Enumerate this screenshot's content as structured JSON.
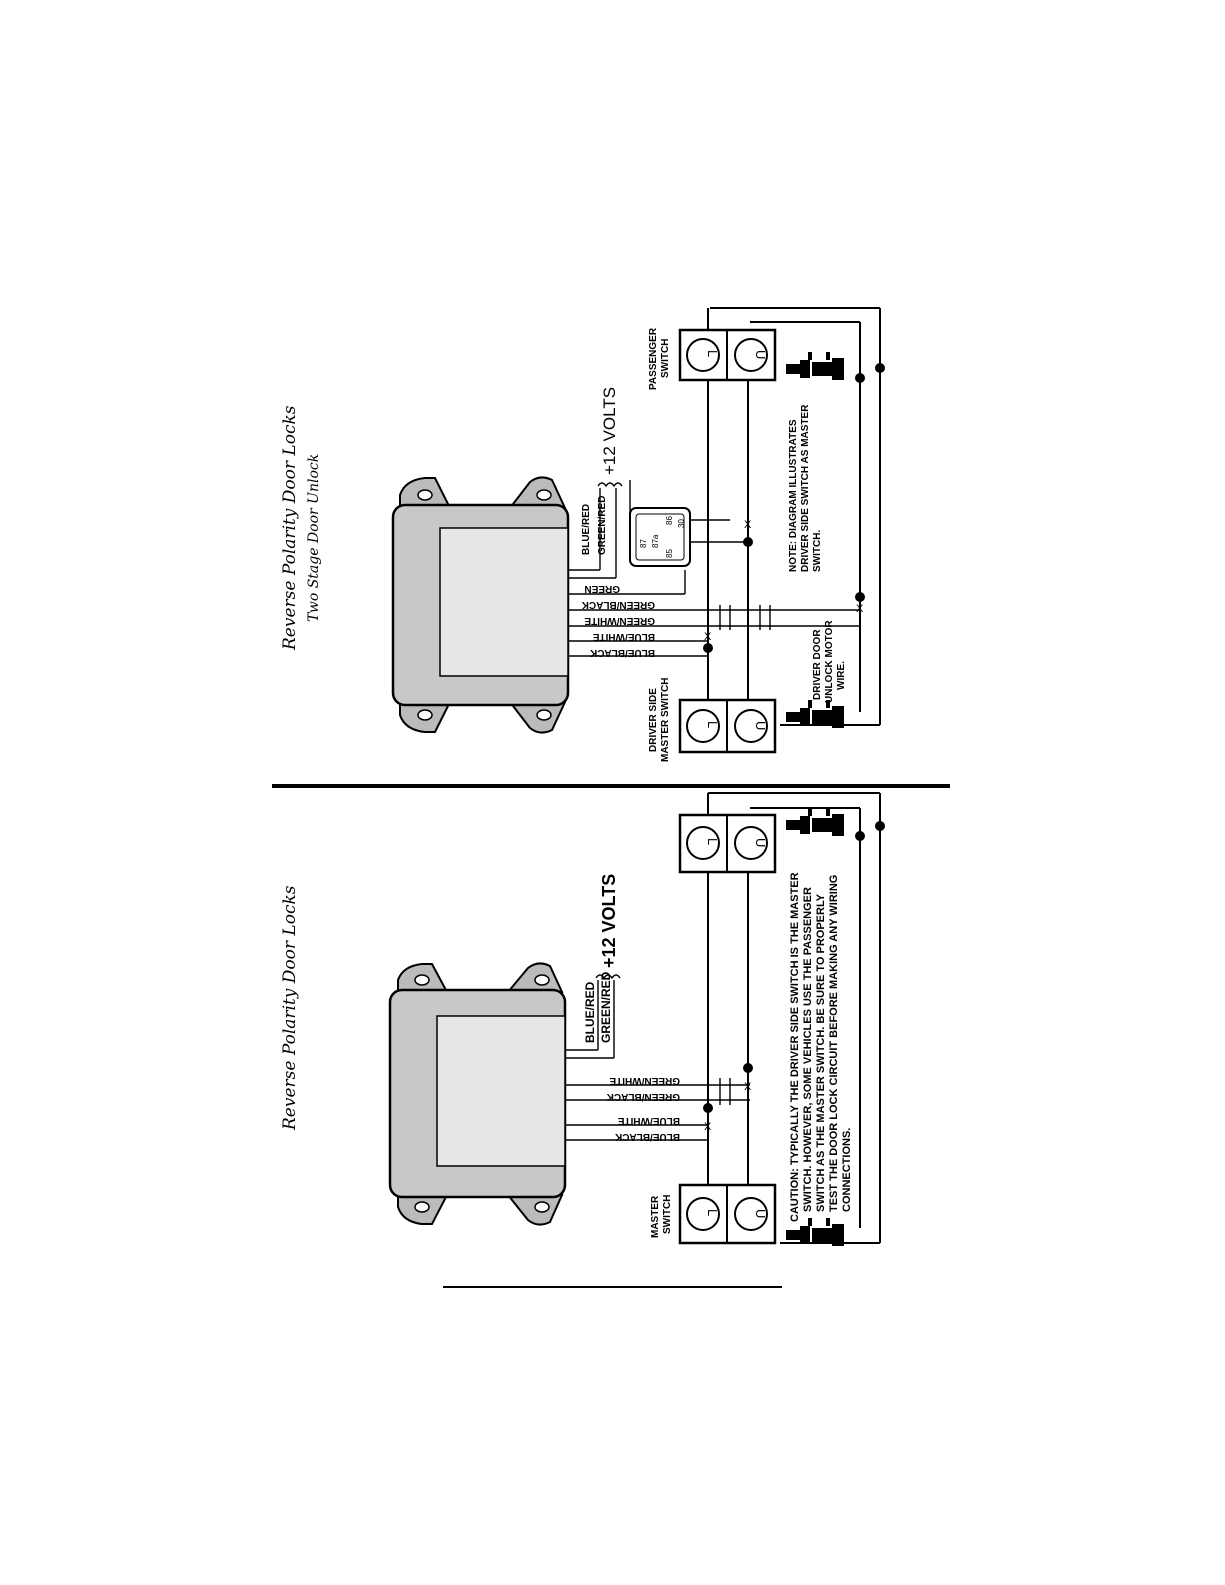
{
  "top": {
    "title": "Reverse Polarity Door Locks",
    "subtitle": "Two Stage Door Unlock",
    "volts": "+12 VOLTS",
    "wires": [
      "BLUE/RED",
      "GREEN/RED",
      "GREEN",
      "GREEN/BLACK",
      "GREEN/WHITE",
      "BLUE/WHITE",
      "BLUE/BLACK"
    ],
    "relay_pins": [
      "87",
      "87a",
      "86",
      "85",
      "30"
    ],
    "passenger_switch": [
      "PASSENGER",
      "SWITCH"
    ],
    "driver_switch": [
      "DRIVER SIDE",
      "MASTER SWITCH"
    ],
    "driver_door": [
      "DRIVER DOOR",
      "UNLOCK MOTOR",
      "WIRE."
    ],
    "note": [
      "NOTE: DIAGRAM ILLUSTRATES",
      "DRIVER SIDE SWITCH AS MASTER",
      "SWITCH."
    ],
    "switch_letters": [
      "L",
      "U"
    ],
    "x_mark": "X"
  },
  "bottom": {
    "title": "Reverse Polarity Door Locks",
    "volts": "+12 VOLTS",
    "wires": [
      "BLUE/RED",
      "GREEN/RED",
      "GREEN/WHITE",
      "GREEN/BLACK",
      "BLUE/WHITE",
      "BLUE/BLACK"
    ],
    "master_switch": [
      "MASTER",
      "SWITCH"
    ],
    "caution": [
      "CAUTION: TYPICALLY THE DRIVER SIDE SWITCH IS THE MASTER",
      "SWITCH. HOWEVER, SOME VEHICLES USE THE PASSENGER",
      "SWITCH AS THE MASTER SWITCH. BE SURE TO PROPERLY",
      "TEST THE DOOR LOCK CIRCUIT BEFORE MAKING ANY WIRING",
      "CONNECTIONS."
    ],
    "switch_letters": [
      "L",
      "U"
    ],
    "x_mark": "X"
  }
}
